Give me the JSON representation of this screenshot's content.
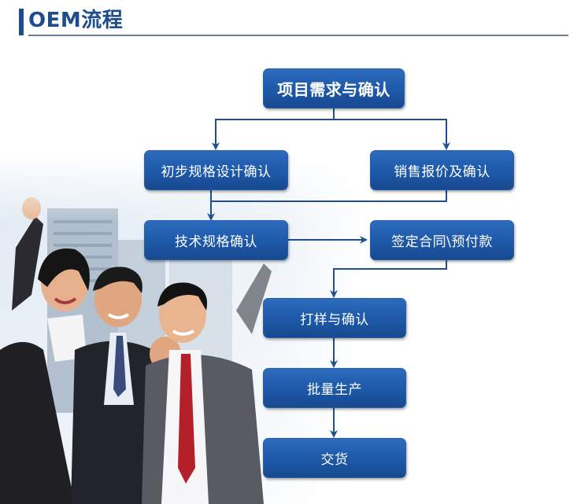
{
  "header": {
    "title": "OEM流程"
  },
  "flow": {
    "step1": "项目需求与确认",
    "step2a": "初步规格设计确认",
    "step2b": "销售报价及确认",
    "step3a": "技术规格确认",
    "step3b": "签定合同\\预付款",
    "step4": "打样与确认",
    "step5": "批量生产",
    "step6": "交货"
  },
  "colors": {
    "accent": "#1d4d8c",
    "box": "#1e58a8",
    "arrow": "#1f4f8f"
  }
}
